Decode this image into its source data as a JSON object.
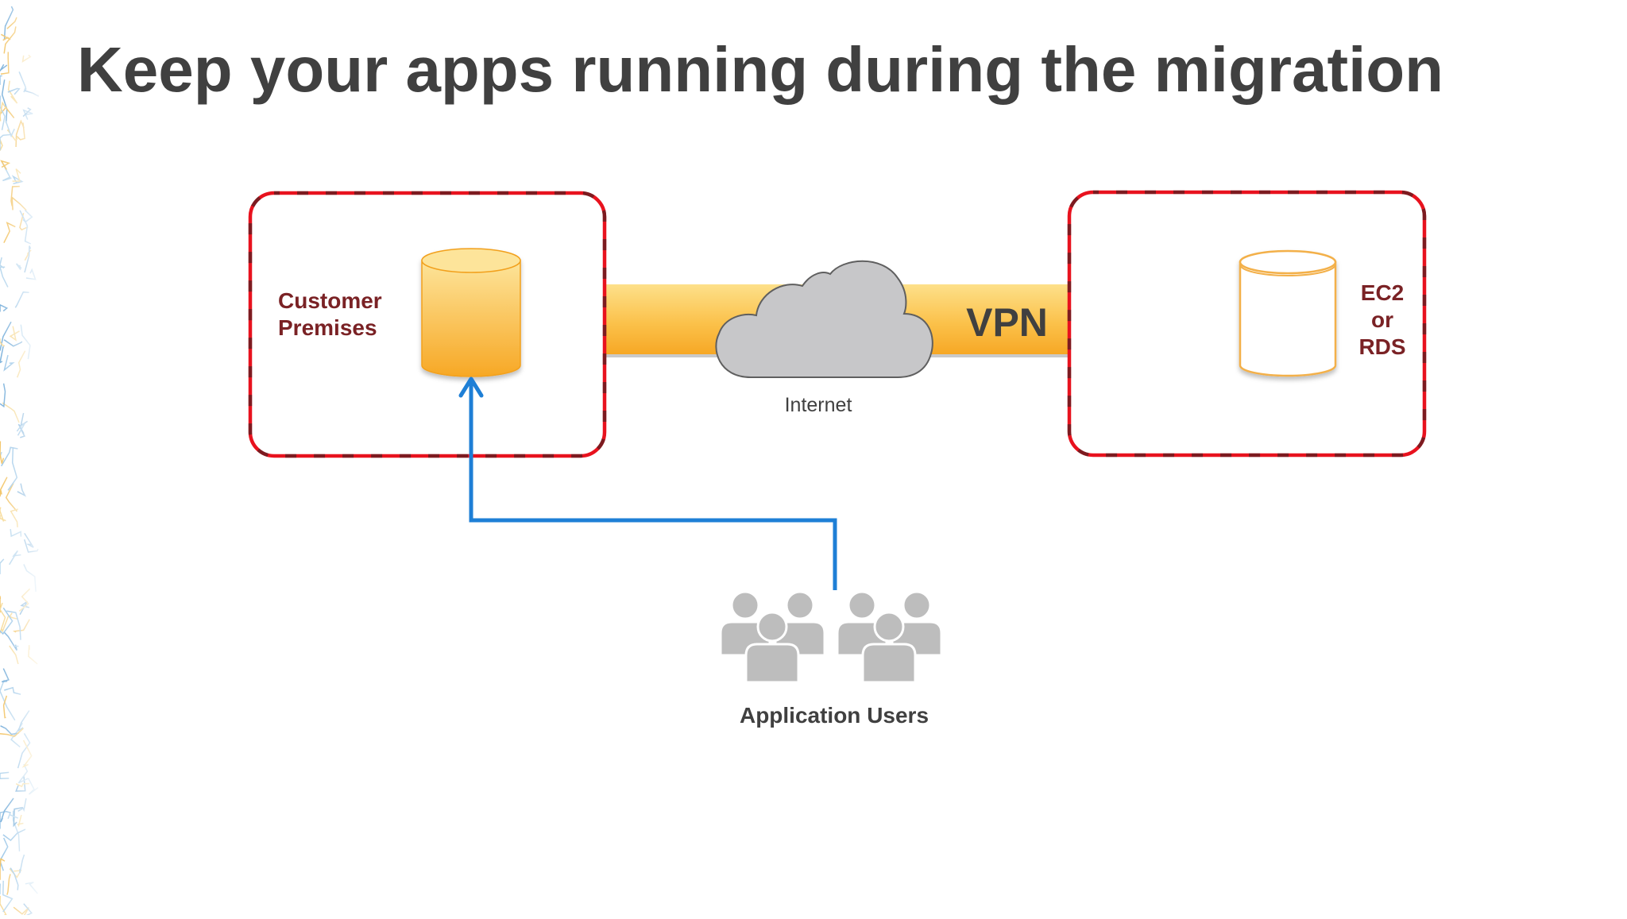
{
  "slide": {
    "title": "Keep your apps running during the migration"
  },
  "diagram": {
    "customer_premises_label": "Customer Premises",
    "target_label_line1": "EC2",
    "target_label_line2": "or",
    "target_label_line3": "RDS",
    "vpn_label": "VPN",
    "internet_label": "Internet",
    "users_label": "Application Users"
  },
  "colors": {
    "border_red": "#e8121e",
    "pipe_orange": "#f9b333",
    "db_orange": "#f6a623",
    "arrow_blue": "#1e7fd6",
    "cloud_gray": "#c7c7c9",
    "users_gray": "#bdbdbd",
    "title_gray": "#404040",
    "label_red": "#7a2225"
  },
  "icons": [
    "database-icon",
    "empty-database-icon",
    "cloud-icon",
    "users-group-icon",
    "arrow-up-icon"
  ]
}
